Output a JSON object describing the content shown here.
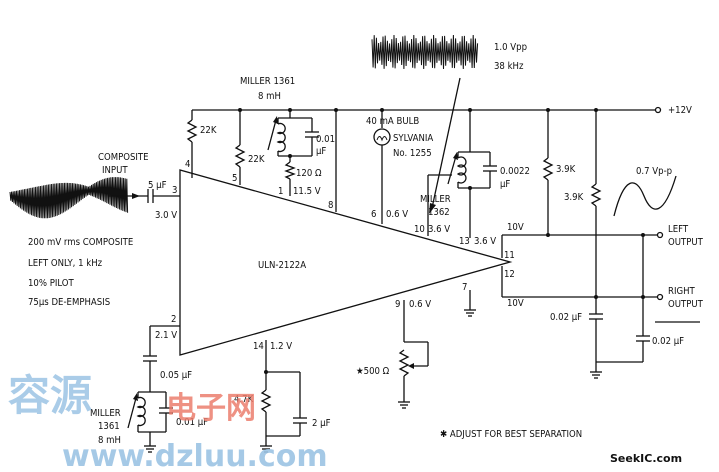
{
  "chip": {
    "name": "ULN-2122A"
  },
  "supply": {
    "label": "+12V"
  },
  "scope_top": {
    "amplitude": "1.0 Vpp",
    "frequency": "38 kHz"
  },
  "scope_out": {
    "amplitude": "0.7 Vp-p"
  },
  "input": {
    "label_line1": "COMPOSITE",
    "label_line2": "INPUT",
    "cap": "5 µF",
    "voltage": "3.0 V",
    "desc_line1": "200 mV rms COMPOSITE",
    "desc_line2": "LEFT ONLY, 1 kHz",
    "desc_line3": "10% PILOT",
    "desc_line4": "75µs DE-EMPHASIS"
  },
  "miller_top": {
    "line1": "MILLER 1361",
    "line2": "8 mH",
    "cap": "0.01",
    "cap_unit": "µF",
    "res": "120 Ω",
    "voltage": "11.5 V"
  },
  "resistors": {
    "r1": "22K",
    "r2": "22K",
    "r_left": "3.9K",
    "r_right": "3.9K",
    "r_pin14": "4.7K"
  },
  "bulb": {
    "line1": "40 mA BULB",
    "line2": "SYLVANIA",
    "line3": "No. 1255"
  },
  "miller_right": {
    "line1": "MILLER",
    "line2": "1362",
    "cap": "0.0022",
    "cap_unit": "µF"
  },
  "pins": {
    "p1": "1",
    "p2": "2",
    "p3": "3",
    "p4": "4",
    "p5": "5",
    "p6": "6",
    "p7": "7",
    "p8": "8",
    "p9": "9",
    "p10": "10",
    "p11": "11",
    "p12": "12",
    "p13": "13",
    "p14": "14"
  },
  "voltages": {
    "v6": "0.6 V",
    "v10": "3.6 V",
    "v13": "3.6 V",
    "v11": "10V",
    "v12": "10V",
    "v9": "0.6 V",
    "v2": "2.1 V",
    "v14": "1.2 V"
  },
  "outputs": {
    "left_line1": "LEFT",
    "left_line2": "OUTPUT",
    "right_line1": "RIGHT",
    "right_line2": "OUTPUT",
    "cap_left": "0.02 µF",
    "cap_right": "0.02 µF"
  },
  "pot": {
    "label": "★500 Ω"
  },
  "pin2": {
    "cap": "0.05 µF",
    "miller_line1": "MILLER",
    "miller_line2": "1361",
    "miller_line3": "8 mH",
    "cap2": "0.01 µF"
  },
  "pin14": {
    "cap": "2 µF"
  },
  "note": "✱  ADJUST FOR BEST SEPARATION",
  "watermark": {
    "cn1": "容源",
    "cn2": "电子网",
    "url": "www.dzluu.com",
    "site": "SeekIC.com"
  },
  "colors": {
    "ink": "#111111",
    "watermark_blue": "#9cc4e4",
    "watermark_red": "#ec7e6e"
  }
}
